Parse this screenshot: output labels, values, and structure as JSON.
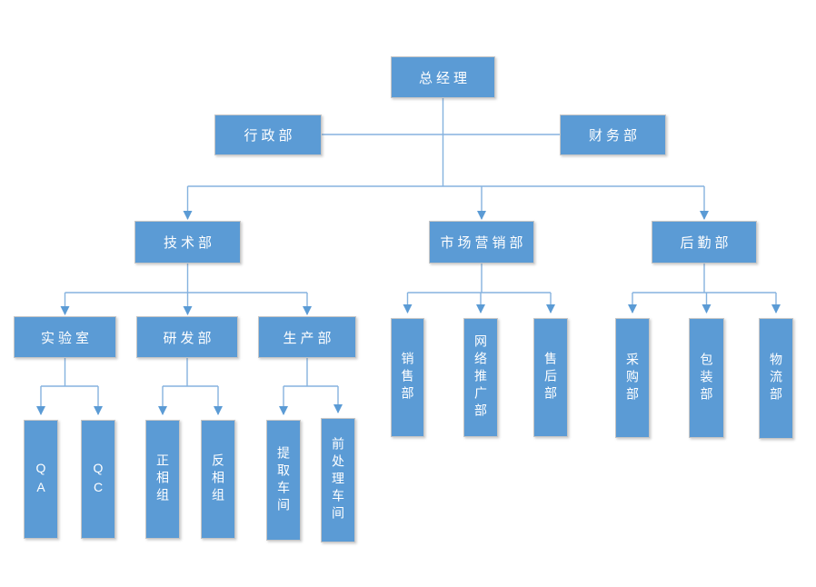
{
  "diagram": {
    "type": "org-chart",
    "colors": {
      "node_fill": "#5b9bd5",
      "node_border": "#c6c6c6",
      "line": "#85b2df",
      "arrow": "#5b9bd5",
      "text": "#ffffff",
      "background": "#ffffff"
    },
    "nodes": {
      "ceo": {
        "label": "总经理",
        "orientation": "horizontal"
      },
      "admin": {
        "label": "行政部",
        "orientation": "horizontal"
      },
      "finance": {
        "label": "财务部",
        "orientation": "horizontal"
      },
      "tech": {
        "label": "技术部",
        "orientation": "horizontal"
      },
      "marketing": {
        "label": "市场营销部",
        "orientation": "horizontal"
      },
      "support": {
        "label": "后勤部",
        "orientation": "horizontal"
      },
      "lab": {
        "label": "实验室",
        "orientation": "horizontal"
      },
      "rnd": {
        "label": "研发部",
        "orientation": "horizontal"
      },
      "production": {
        "label": "生产部",
        "orientation": "horizontal"
      },
      "qa": {
        "label": "QA",
        "orientation": "vertical"
      },
      "qc": {
        "label": "QC",
        "orientation": "vertical"
      },
      "normal": {
        "label": "正相组",
        "orientation": "vertical"
      },
      "reverse": {
        "label": "反相组",
        "orientation": "vertical"
      },
      "extract": {
        "label": "提取车间",
        "orientation": "vertical"
      },
      "pretreat": {
        "label": "前处理车间",
        "orientation": "vertical"
      },
      "sales": {
        "label": "销售部",
        "orientation": "vertical"
      },
      "promo": {
        "label": "网络推广部",
        "orientation": "vertical"
      },
      "aftersales": {
        "label": "售后部",
        "orientation": "vertical"
      },
      "purchasing": {
        "label": "采购部",
        "orientation": "vertical"
      },
      "packaging": {
        "label": "包装部",
        "orientation": "vertical"
      },
      "logistics": {
        "label": "物流部",
        "orientation": "vertical"
      }
    },
    "edges": [
      {
        "from": "ceo",
        "to": "admin",
        "arrow": false
      },
      {
        "from": "ceo",
        "to": "finance",
        "arrow": false
      },
      {
        "from": "ceo",
        "to": "tech",
        "arrow": true
      },
      {
        "from": "ceo",
        "to": "marketing",
        "arrow": true
      },
      {
        "from": "ceo",
        "to": "support",
        "arrow": true
      },
      {
        "from": "tech",
        "to": "lab",
        "arrow": true
      },
      {
        "from": "tech",
        "to": "rnd",
        "arrow": true
      },
      {
        "from": "tech",
        "to": "production",
        "arrow": true
      },
      {
        "from": "lab",
        "to": "qa",
        "arrow": true
      },
      {
        "from": "lab",
        "to": "qc",
        "arrow": true
      },
      {
        "from": "rnd",
        "to": "normal",
        "arrow": true
      },
      {
        "from": "rnd",
        "to": "reverse",
        "arrow": true
      },
      {
        "from": "production",
        "to": "extract",
        "arrow": true
      },
      {
        "from": "production",
        "to": "pretreat",
        "arrow": true
      },
      {
        "from": "marketing",
        "to": "sales",
        "arrow": true
      },
      {
        "from": "marketing",
        "to": "promo",
        "arrow": true
      },
      {
        "from": "marketing",
        "to": "aftersales",
        "arrow": true
      },
      {
        "from": "support",
        "to": "purchasing",
        "arrow": true
      },
      {
        "from": "support",
        "to": "packaging",
        "arrow": true
      },
      {
        "from": "support",
        "to": "logistics",
        "arrow": true
      }
    ]
  }
}
